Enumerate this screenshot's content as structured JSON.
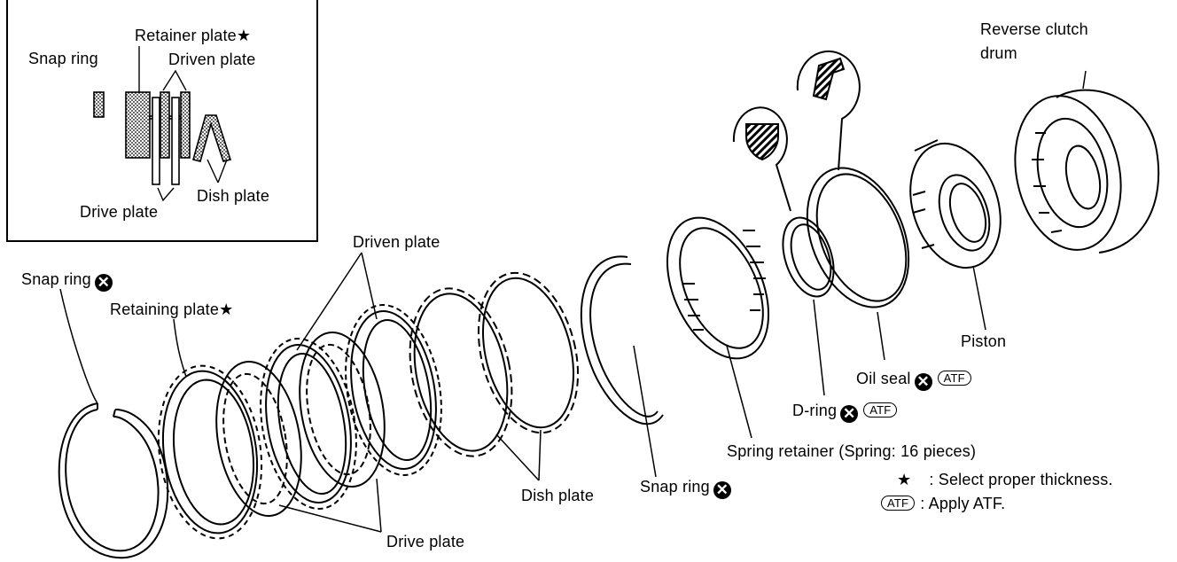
{
  "inset": {
    "snap_ring": "Snap ring",
    "retainer_plate": "Retainer plate",
    "driven_plate": "Driven plate",
    "dish_plate": "Dish plate",
    "drive_plate": "Drive plate"
  },
  "labels": {
    "snap_ring_left": "Snap ring",
    "retaining_plate": "Retaining plate",
    "driven_plate": "Driven plate",
    "dish_plate": "Dish plate",
    "drive_plate": "Drive plate",
    "snap_ring_mid": "Snap ring",
    "spring_retainer": "Spring retainer (Spring: 16 pieces)",
    "d_ring": "D-ring",
    "oil_seal": "Oil seal",
    "piston": "Piston",
    "reverse_clutch_drum_1": "Reverse clutch",
    "reverse_clutch_drum_2": "drum"
  },
  "legend": {
    "star_symbol": "★",
    "star_text": ": Select proper thickness.",
    "atf_symbol": "ATF",
    "atf_text": ": Apply ATF."
  },
  "symbols": {
    "star": "★",
    "replace": "✕",
    "atf": "ATF"
  }
}
